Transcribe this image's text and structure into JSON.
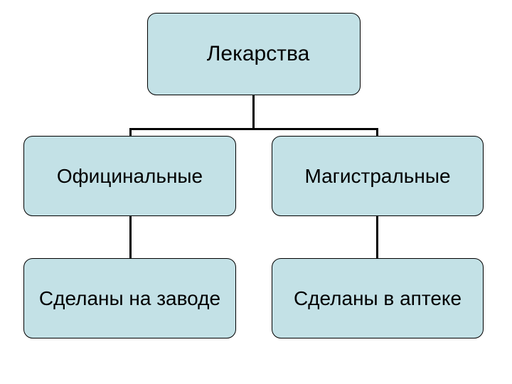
{
  "diagram": {
    "root": {
      "label": "Лекарства"
    },
    "branches": [
      {
        "category": "Официнальные",
        "description": "Сделаны на заводе"
      },
      {
        "category": "Магистральные",
        "description": "Сделаны в аптеке"
      }
    ]
  },
  "colors": {
    "node_fill": "#c3e1e6",
    "node_border": "#000000",
    "connector": "#000000",
    "text": "#000000",
    "background": "#ffffff"
  }
}
